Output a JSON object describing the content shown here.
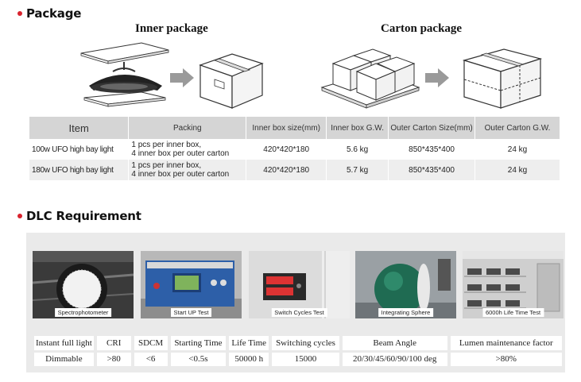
{
  "package": {
    "heading": "Package",
    "inner_title": "Inner package",
    "carton_title": "Carton package",
    "table": {
      "headers": [
        "Item",
        "Packing",
        "Inner box size(mm)",
        "Inner box G.W.",
        "Outer Carton Size(mm)",
        "Outer Carton G.W."
      ],
      "rows": [
        {
          "item": "100w UFO high bay light",
          "packing_line1": "1 pcs per inner box,",
          "packing_line2": "4 inner box per outer carton",
          "inner_size": "420*420*180",
          "inner_gw": "5.6 kg",
          "outer_size": "850*435*400",
          "outer_gw": "24 kg"
        },
        {
          "item": "180w UFO high bay light",
          "packing_line1": "1 pcs per inner box,",
          "packing_line2": "4 inner box per outer carton",
          "inner_size": "420*420*180",
          "inner_gw": "5.7 kg",
          "outer_size": "850*435*400",
          "outer_gw": "24 kg"
        }
      ]
    }
  },
  "dlc": {
    "heading": "DLC Requirement",
    "photos": [
      "Spectrophotometer",
      "Start UP Test",
      "Switch Cycles Test",
      "Integrating Sphere",
      "6000h Life Time Test"
    ],
    "table": {
      "headers": [
        "Instant full light",
        "CRI",
        "SDCM",
        "Starting Time",
        "Life Time",
        "Switching cycles",
        "Beam Angle",
        "Lumen maintenance factor"
      ],
      "values": [
        "Dimmable",
        ">80",
        "<6",
        "<0.5s",
        "50000 h",
        "15000",
        "20/30/45/60/90/100 deg",
        ">80%"
      ]
    }
  },
  "colors": {
    "bullet": "#d9232e",
    "header_bg": "#d5d5d5",
    "row_alt": "#eeeeee",
    "panel_bg": "#eaeaea"
  }
}
